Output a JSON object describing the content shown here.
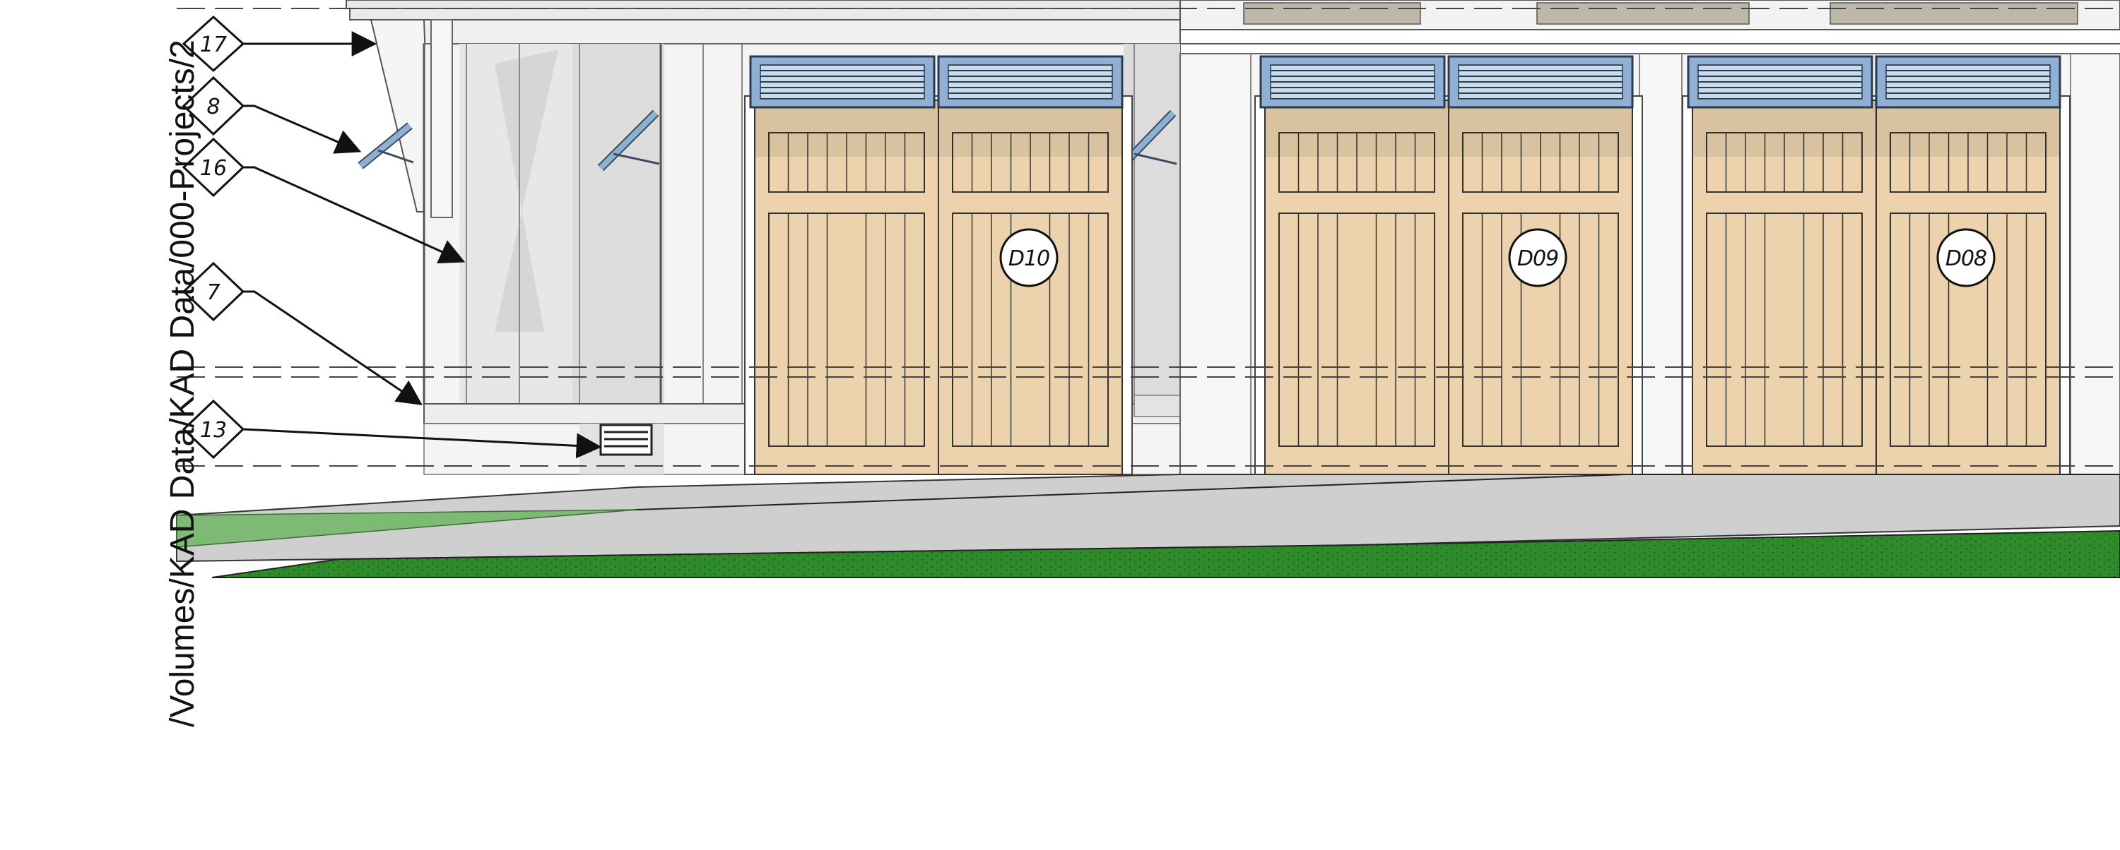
{
  "sidebar_path": "/Volumes/KAD Data/KAD Data/000-Projects/2",
  "keynotes": [
    {
      "label": "17",
      "target": "bracket eave"
    },
    {
      "label": "8",
      "target": "shutter arm"
    },
    {
      "label": "16",
      "target": "wall panel"
    },
    {
      "label": "7",
      "target": "base trim"
    },
    {
      "label": "13",
      "target": "vent"
    }
  ],
  "doors": [
    {
      "tag": "D10"
    },
    {
      "tag": "D09"
    },
    {
      "tag": "D08"
    }
  ],
  "colors": {
    "door_wood": "#ecd3ae",
    "awning_blue": "#8fb0d2",
    "wall": "#f4f4f4",
    "shadow": "#d8d8d8",
    "grass": "#2f8a2a",
    "paving": "#c9c9c9"
  }
}
